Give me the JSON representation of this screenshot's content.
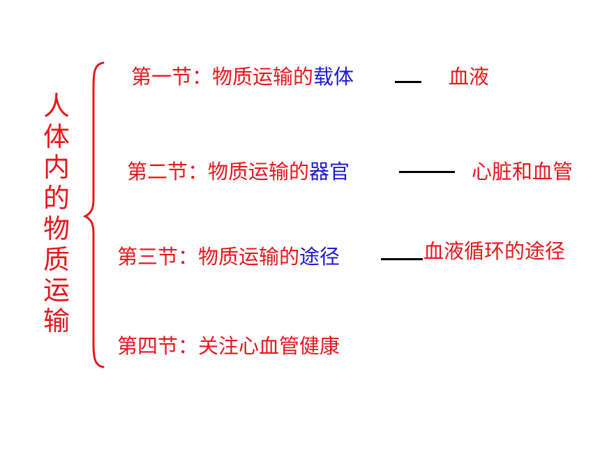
{
  "title_chars": [
    "人",
    "体",
    "内",
    "的",
    "物",
    "质",
    "运",
    "输"
  ],
  "sections": [
    {
      "prefix": "第一节：物质运输的",
      "keyword": "载体",
      "result": "血液"
    },
    {
      "prefix": "第二节：物质运输的",
      "keyword": "器官",
      "result": "心脏和血管"
    },
    {
      "prefix": "第三节：物质运输的",
      "keyword": "途径",
      "result": "血液循环的途径"
    },
    {
      "prefix": "第四节：关注心血管健康",
      "keyword": "",
      "result": ""
    }
  ],
  "colors": {
    "red": "#e8161c",
    "blue": "#1f1ad6",
    "connector": "#000000"
  }
}
